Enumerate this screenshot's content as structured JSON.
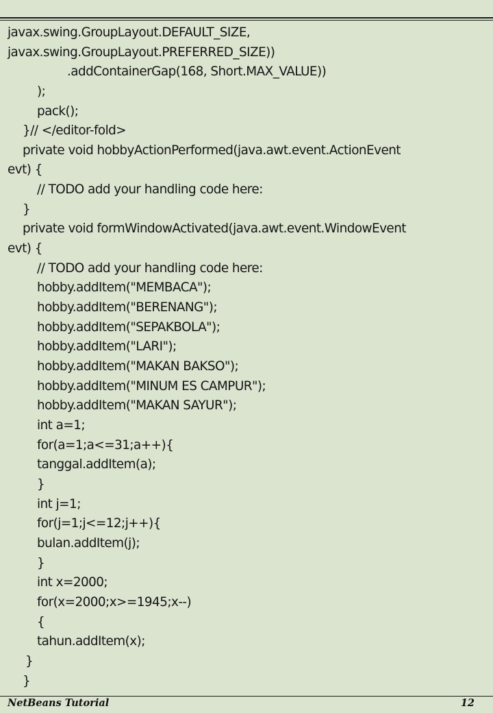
{
  "code_lines": [
    "javax.swing.GroupLayout.DEFAULT_SIZE,",
    "javax.swing.GroupLayout.PREFERRED_SIZE))",
    ".addContainerGap(168, Short.MAX_VALUE))",
    ");",
    "pack();",
    "}// </editor-fold>",
    "private void hobbyActionPerformed(java.awt.event.ActionEvent",
    "evt) {",
    "// TODO add your handling code here:",
    "}",
    "private void formWindowActivated(java.awt.event.WindowEvent",
    "evt) {",
    "// TODO add your handling code here:",
    "hobby.addItem(\"MEMBACA\");",
    "hobby.addItem(\"BERENANG\");",
    "hobby.addItem(\"SEPAKBOLA\");",
    "hobby.addItem(\"LARI\");",
    "hobby.addItem(\"MAKAN BAKSO\");",
    "hobby.addItem(\"MINUM ES CAMPUR\");",
    "hobby.addItem(\"MAKAN SAYUR\");",
    "int a=1;",
    "for(a=1;a<=31;a++){",
    "tanggal.addItem(a);",
    "}",
    "int j=1;",
    "for(j=1;j<=12;j++){",
    "bulan.addItem(j);",
    "}",
    "int x=2000;",
    "for(x=2000;x>=1945;x--)",
    "{",
    "tahun.addItem(x);",
    "}",
    "}"
  ],
  "footer": {
    "title": "NetBeans Tutorial",
    "page_number": "12"
  }
}
